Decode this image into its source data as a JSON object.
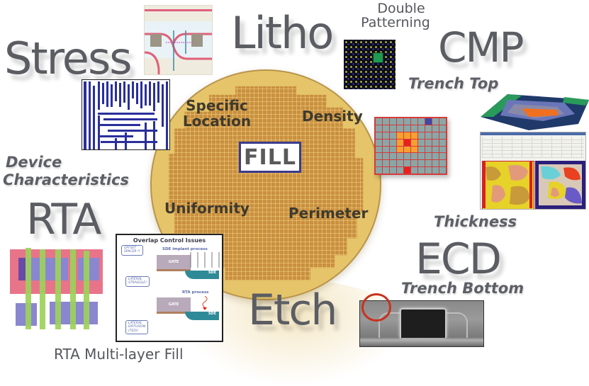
{
  "diagram": {
    "center": {
      "title": "FILL",
      "attributes": [
        "Specific Location",
        "Density",
        "Uniformity",
        "Perimeter"
      ],
      "attribute_lines": {
        "specific_location_1": "Specific",
        "specific_location_2": "Location",
        "density": "Density",
        "uniformity": "Uniformity",
        "perimeter": "Perimeter"
      }
    },
    "processes": {
      "stress": "Stress",
      "litho": "Litho",
      "cmp": "CMP",
      "rta": "RTA",
      "etch": "Etch",
      "ecd": "ECD"
    },
    "sublabels": {
      "double_patterning_1": "Double",
      "double_patterning_2": "Patterning",
      "trench_top": "Trench Top",
      "device_characteristics_1": "Device",
      "device_characteristics_2": "Characteristics",
      "thickness": "Thickness",
      "trench_bottom": "Trench Bottom",
      "rta_multilayer_fill": "RTA Multi-layer Fill"
    },
    "overlap_figure": {
      "title": "Overlap Control Issues",
      "sde_implant": "SDE implant process",
      "rta_process": "RTA process",
      "gate": "GATE",
      "sde": "SDE",
      "offset_spacer_1": "OFFSET",
      "offset_spacer_2": "SPACER !!",
      "lateral_straggle_1": "LATERAL",
      "lateral_straggle_2": "STRAGGLE!",
      "lateral_diffusion_1": "LATERAL",
      "lateral_diffusion_2": "DIFFUSION",
      "lateral_diffusion_3": "(TED)!"
    },
    "colors": {
      "label_gray": "#5b5d63",
      "wafer_gold": "#c8903f",
      "fill_border": "#3a3c8f",
      "density_grid_border": "#d63a3a",
      "highlight_circle": "#c8321e",
      "rta_pink": "#e8748a",
      "rta_blue": "#8a86d0",
      "rta_green": "#9cd35a"
    }
  }
}
